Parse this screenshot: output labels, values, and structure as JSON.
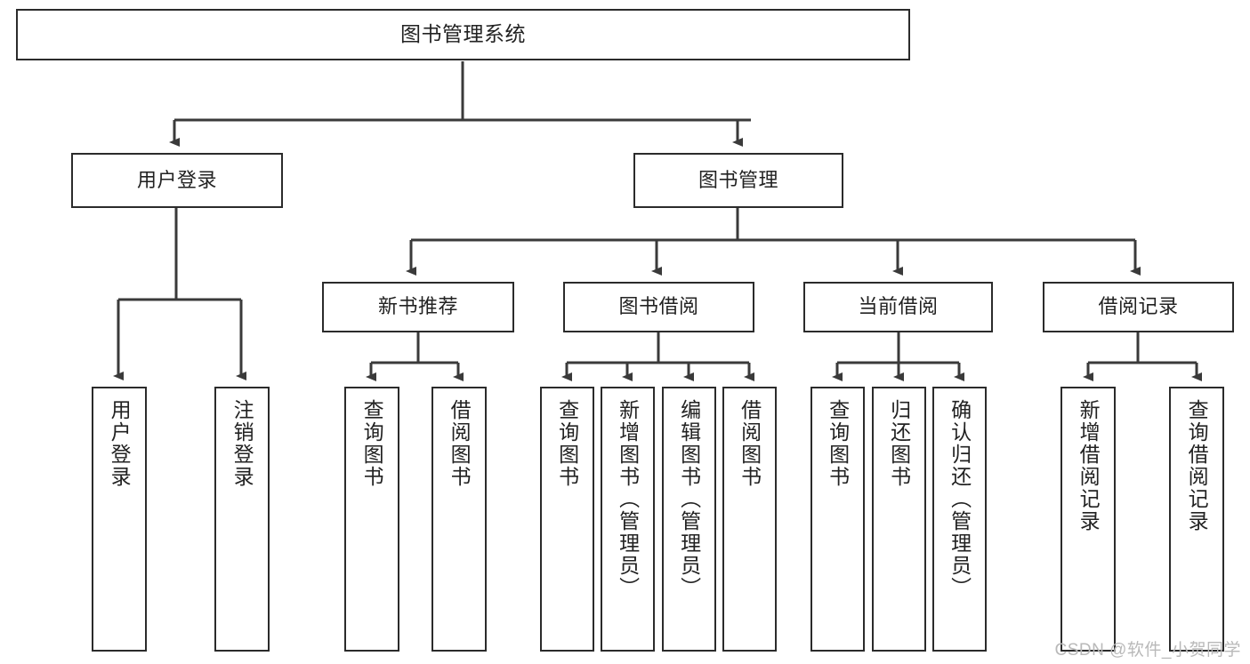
{
  "diagram": {
    "type": "tree",
    "title": "图书管理系统",
    "watermark": "CSDN @软件_小贺同学",
    "colors": {
      "box_border": "#2b2b2b",
      "box_fill": "#ffffff",
      "edge": "#3a3a3a",
      "text": "#222222",
      "watermark": "#b9b9b9"
    },
    "nodes": {
      "root": {
        "label": "图书管理系统"
      },
      "level1": [
        {
          "label": "用户登录"
        },
        {
          "label": "图书管理"
        }
      ],
      "level2": [
        {
          "label": "新书推荐"
        },
        {
          "label": "图书借阅"
        },
        {
          "label": "当前借阅"
        },
        {
          "label": "借阅记录"
        }
      ],
      "leaves": [
        {
          "label": "用户登录"
        },
        {
          "label": "注销登录"
        },
        {
          "label": "查询图书"
        },
        {
          "label": "借阅图书"
        },
        {
          "label": "查询图书"
        },
        {
          "label": "新增图书（管理员）"
        },
        {
          "label": "编辑图书（管理员）"
        },
        {
          "label": "借阅图书"
        },
        {
          "label": "查询图书"
        },
        {
          "label": "归还图书"
        },
        {
          "label": "确认归还（管理员）"
        },
        {
          "label": "新增借阅记录"
        },
        {
          "label": "查询借阅记录"
        }
      ]
    }
  }
}
